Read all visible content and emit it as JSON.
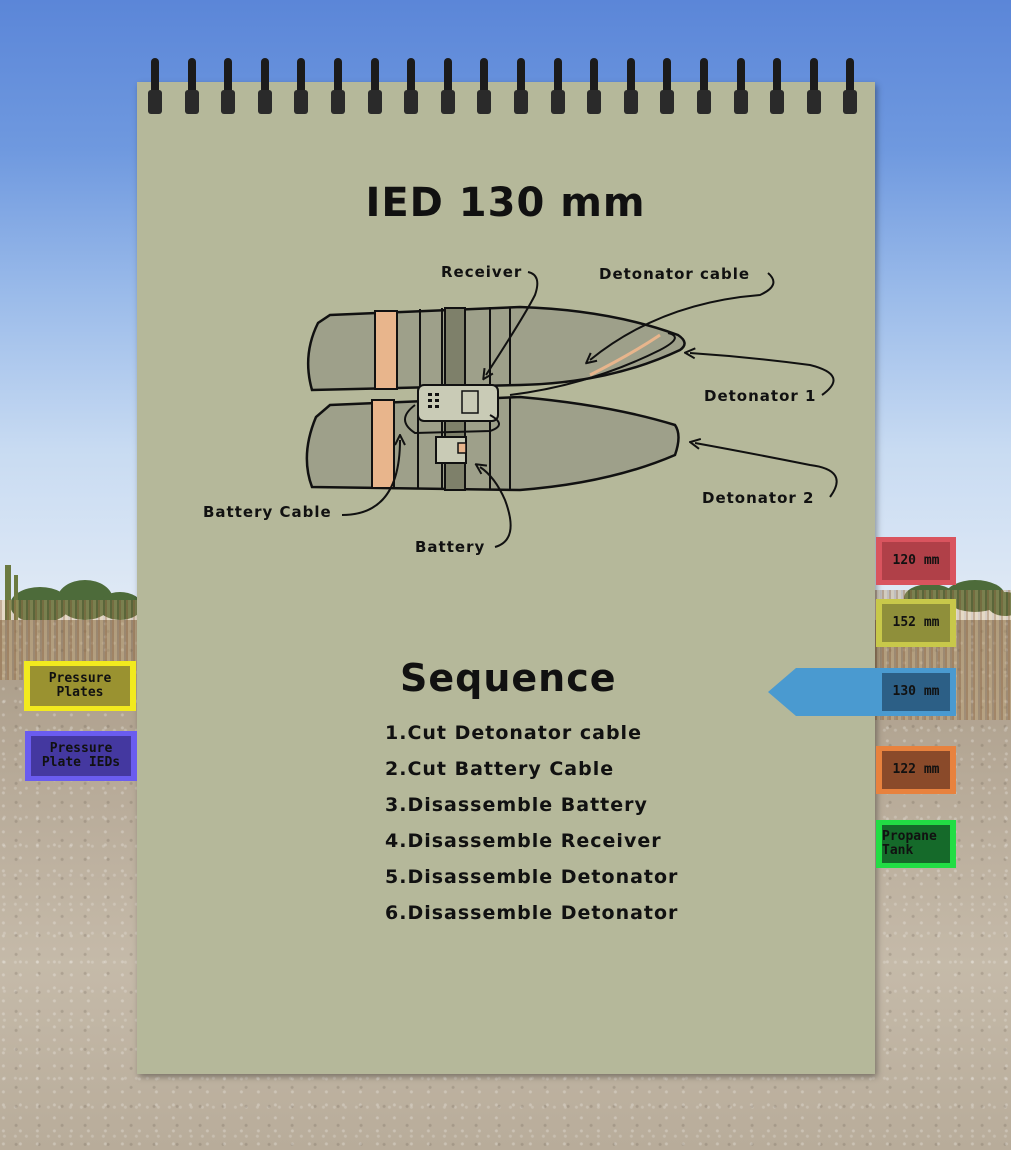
{
  "page": {
    "title": "IED 130 mm"
  },
  "diagram_labels": {
    "receiver": "Receiver",
    "detonator_cable": "Detonator cable",
    "detonator_1": "Detonator 1",
    "detonator_2": "Detonator 2",
    "battery_cable": "Battery Cable",
    "battery": "Battery"
  },
  "sequence": {
    "title": "Sequence",
    "steps": [
      "1.Cut Detonator cable",
      "2.Cut Battery Cable",
      "3.Disassemble Battery",
      "4.Disassemble Receiver",
      "5.Disassemble Detonator",
      "6.Disassemble Detonator"
    ]
  },
  "right_tabs": [
    {
      "label": "120 mm",
      "color": "#d9545e",
      "inner": "#b04048"
    },
    {
      "label": "152 mm",
      "color": "#c8c84a",
      "inner": "#8f8f3a"
    },
    {
      "label": "130 mm",
      "color": "#4a9ad0",
      "inner": "#2c5f86",
      "active": true
    },
    {
      "label": "122 mm",
      "color": "#e8823e",
      "inner": "#8a4a2a"
    },
    {
      "label": "Propane Tank",
      "color": "#22dd44",
      "inner": "#156a2a"
    }
  ],
  "left_tabs": [
    {
      "label": "Pressure Plates",
      "color": "#f2ea1e",
      "inner": "#9a9230"
    },
    {
      "label": "Pressure Plate IEDs",
      "color": "#6a5cf0",
      "inner": "#4438a0"
    }
  ],
  "colors": {
    "page": "#b5b89a",
    "ink": "#111111",
    "shell": "#9ea08a",
    "band_orange": "#e8b58c"
  }
}
